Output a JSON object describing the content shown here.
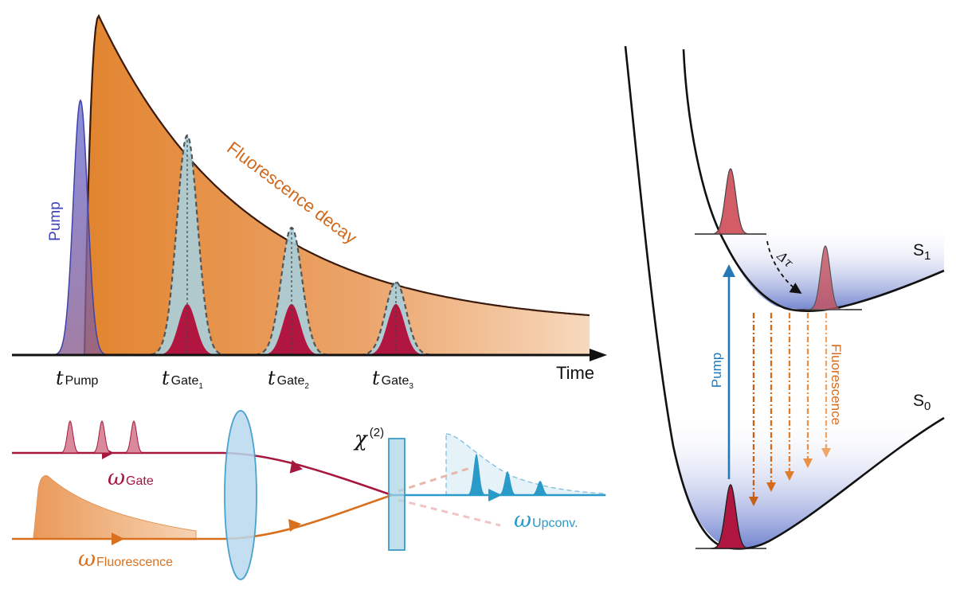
{
  "decay": {
    "label": "Fluorescence decay"
  },
  "pump": {
    "label": "Pump"
  },
  "time_axis": {
    "label": "Time"
  },
  "times": {
    "pump": {
      "t": "t",
      "sub": "Pump"
    },
    "gate1": {
      "t": "t",
      "sub": "Gate",
      "subsub": "1"
    },
    "gate2": {
      "t": "t",
      "sub": "Gate",
      "subsub": "2"
    },
    "gate3": {
      "t": "t",
      "sub": "Gate",
      "subsub": "3"
    }
  },
  "optics": {
    "chi": "χ",
    "chi_order": "(2)",
    "omega": "ω",
    "gate_sub": "Gate",
    "fluor_sub": "Fluorescence",
    "upconv_sub": "Upconv."
  },
  "energy": {
    "s1": "S",
    "s1_sub": "1",
    "s0": "S",
    "s0_sub": "0",
    "pump": "Pump",
    "fluorescence": "Fluorescence",
    "delta_tau": "Δτ"
  },
  "colors": {
    "decay_fill": "#e8893a",
    "pump_blue": "#5b5fc7",
    "gate_red": "#b0163f",
    "gate_light_blue": "#a9cfdc",
    "fluor_orange": "#d96d1a",
    "upconv_blue": "#2a9ac8",
    "lens_blue": "#b9d8ee",
    "well_blue": "#5f73c8"
  }
}
